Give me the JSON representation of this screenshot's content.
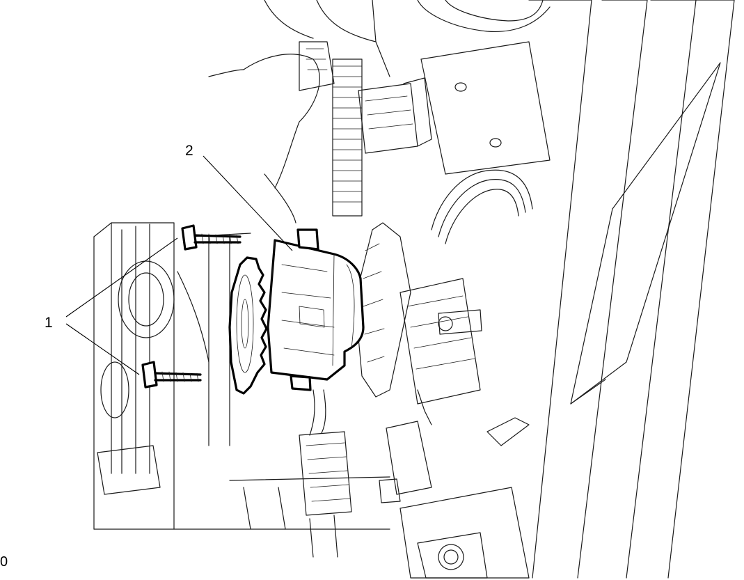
{
  "callouts": [
    {
      "id": "1",
      "label": "1",
      "part": "bolt"
    },
    {
      "id": "2",
      "label": "2",
      "part": "actuator"
    }
  ],
  "corner_mark": "0"
}
